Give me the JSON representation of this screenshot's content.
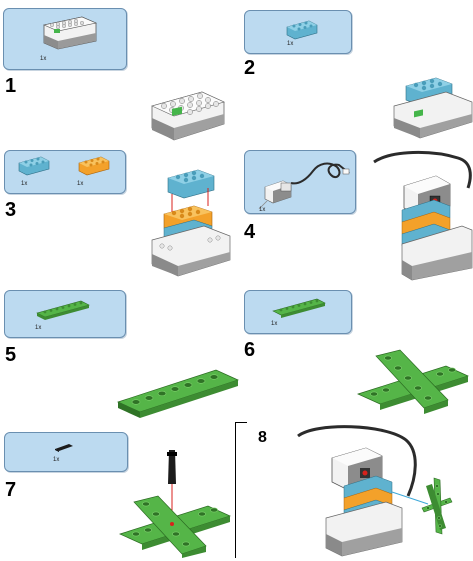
{
  "steps": [
    {
      "number": "1",
      "quantities": [
        "1x"
      ]
    },
    {
      "number": "2",
      "quantities": [
        "1x"
      ]
    },
    {
      "number": "3",
      "quantities": [
        "1x",
        "1x"
      ]
    },
    {
      "number": "4",
      "quantities": [
        "1x"
      ]
    },
    {
      "number": "5",
      "quantities": [
        "1x"
      ]
    },
    {
      "number": "6",
      "quantities": [
        "1x"
      ]
    },
    {
      "number": "7",
      "quantities": [
        "1x"
      ]
    },
    {
      "number": "8",
      "quantities": []
    }
  ],
  "colors": {
    "panel_bg": "#bcdaf0",
    "brick_blue": "#5fb2cf",
    "brick_orange": "#f3a12a",
    "plate_green": "#55b548",
    "hub_white": "#f2f2f2",
    "hub_gray": "#8c8c8c",
    "axle_black": "#1c1c1c",
    "guide_red": "#d8221c"
  },
  "icons": [
    "smarthub-icon",
    "blue-brick-icon",
    "orange-brick-icon",
    "motor-icon",
    "green-plate-icon",
    "axle-icon"
  ]
}
